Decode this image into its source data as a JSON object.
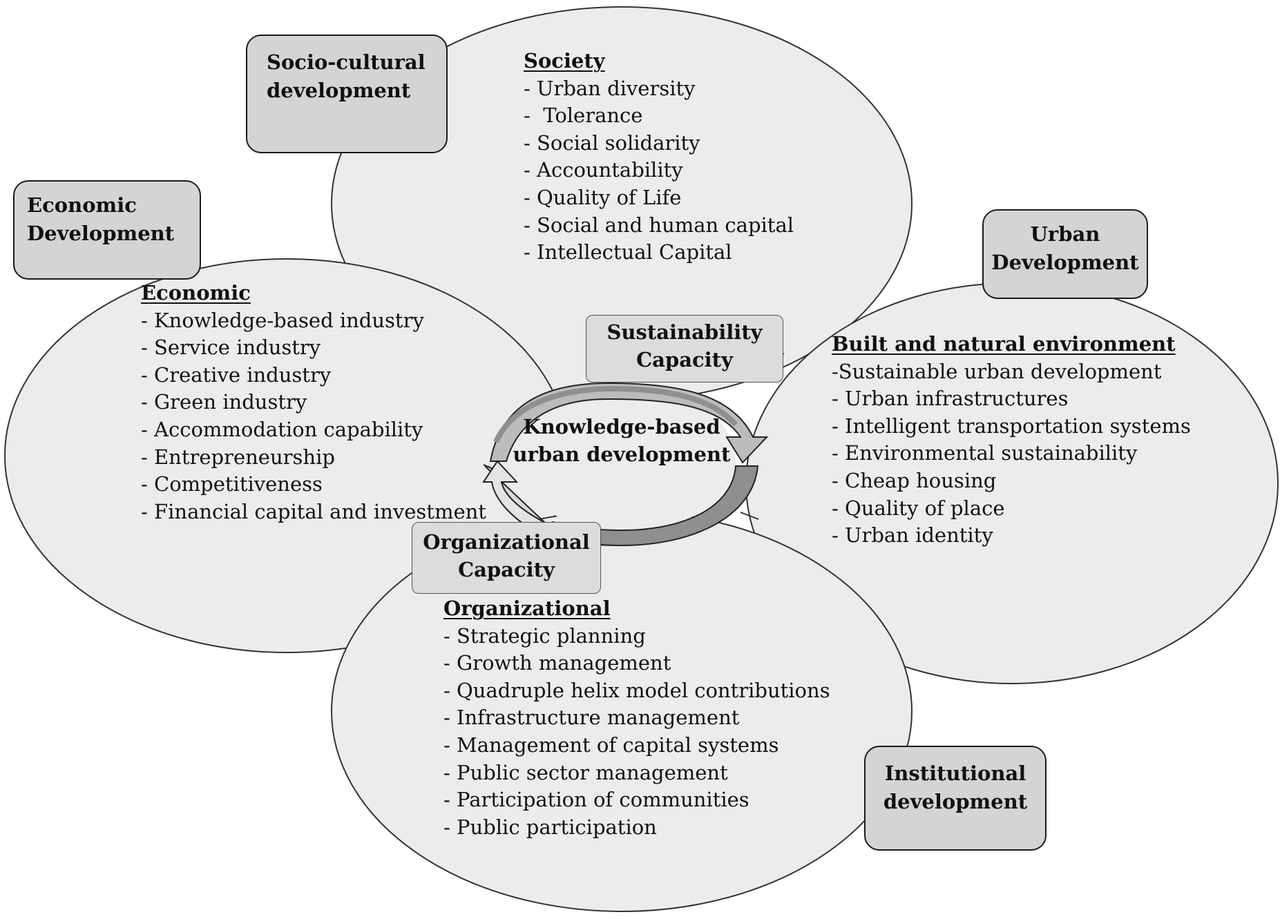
{
  "central_cycle": {
    "label_line1": "Knowledge-based",
    "label_line2": "urban development"
  },
  "capacities": {
    "sustainability": {
      "line1": "Sustainability",
      "line2": "Capacity"
    },
    "organizational": {
      "line1": "Organizational",
      "line2": "Capacity"
    }
  },
  "domains": {
    "socio_cultural": {
      "box_line1": "Socio-cultural",
      "box_line2": "development",
      "heading": "Society",
      "items": [
        "- Urban diversity",
        "-  Tolerance",
        "- Social solidarity",
        "- Accountability",
        "- Quality of Life",
        "- Social and human capital",
        "- Intellectual Capital"
      ]
    },
    "economic": {
      "box_line1": "Economic",
      "box_line2": "Development",
      "heading": "Economic",
      "items": [
        "- Knowledge-based industry",
        "- Service industry",
        "- Creative industry",
        "- Green industry",
        "- Accommodation capability",
        "- Entrepreneurship",
        "- Competitiveness",
        "- Financial capital and investment"
      ]
    },
    "urban": {
      "box_line1": "Urban",
      "box_line2": "Development",
      "heading": "Built and natural environment",
      "items": [
        "-Sustainable urban development",
        "- Urban infrastructures",
        "- Intelligent transportation systems",
        "- Environmental sustainability",
        "- Cheap housing",
        "- Quality of place",
        "- Urban identity"
      ]
    },
    "institutional": {
      "box_line1": "Institutional",
      "box_line2": "development",
      "heading": "Organizational",
      "items": [
        "- Strategic planning",
        "- Growth management",
        "- Quadruple helix model contributions",
        "- Infrastructure management",
        "- Management of capital systems",
        "- Public sector management",
        "- Participation of communities",
        "- Public participation"
      ]
    }
  },
  "colors": {
    "ellipse_fill": "#ececec",
    "ellipse_stroke": "#333333",
    "box_fill": "#d4d4d4",
    "arrow_dark": "#8f8f8f",
    "arrow_light": "#d9d9d9"
  }
}
